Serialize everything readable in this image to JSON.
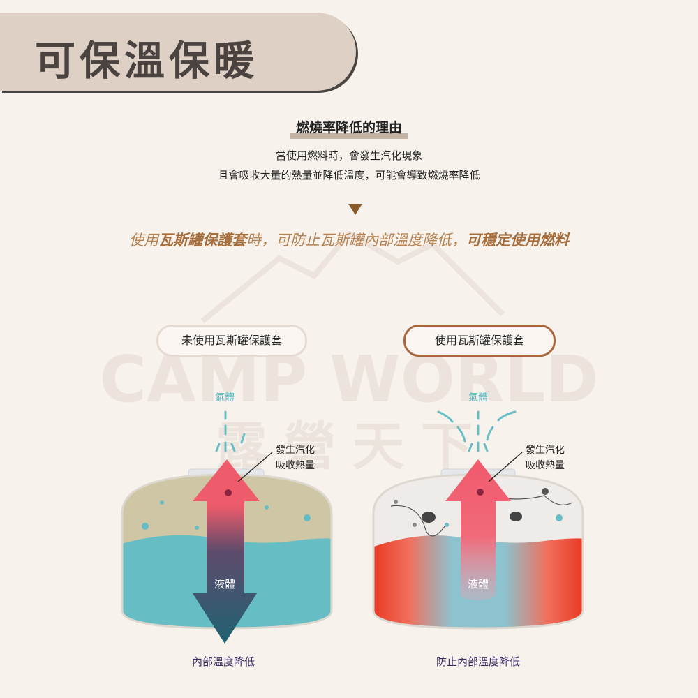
{
  "header": {
    "title": "可保溫保暖"
  },
  "reason": {
    "title": "燃燒率降低的理由",
    "line1": "當使用燃料時，會發生汽化現象",
    "line2": "且會吸收大量的熱量並降低溫度，可能會導致燃燒率降低"
  },
  "highlight": {
    "part1": "使用",
    "part2": "瓦斯罐保護套",
    "part3": "時，可防止瓦斯罐內部溫度降低，",
    "part4": "可穩定使用燃料"
  },
  "left_panel": {
    "label": "未使用瓦斯罐保護套",
    "gas": "氣體",
    "vapor_line1": "發生汽化",
    "vapor_line2": "吸收熱量",
    "liquid": "液體",
    "result": "內部溫度降低"
  },
  "right_panel": {
    "label": "使用瓦斯罐保護套",
    "gas": "氣體",
    "vapor_line1": "發生汽化",
    "vapor_line2": "吸收熱量",
    "liquid": "液體",
    "result": "防止內部溫度降低"
  },
  "watermark": {
    "text_en": "CAMP WORLD",
    "text_zh": "露營天下"
  },
  "colors": {
    "accent_brown": "#a56d3b",
    "liquid_teal": "#67bdc4",
    "arrow_red": "#ee5b6a",
    "warm_red": "#e8341e",
    "banner_bg": "#ded0c4"
  }
}
